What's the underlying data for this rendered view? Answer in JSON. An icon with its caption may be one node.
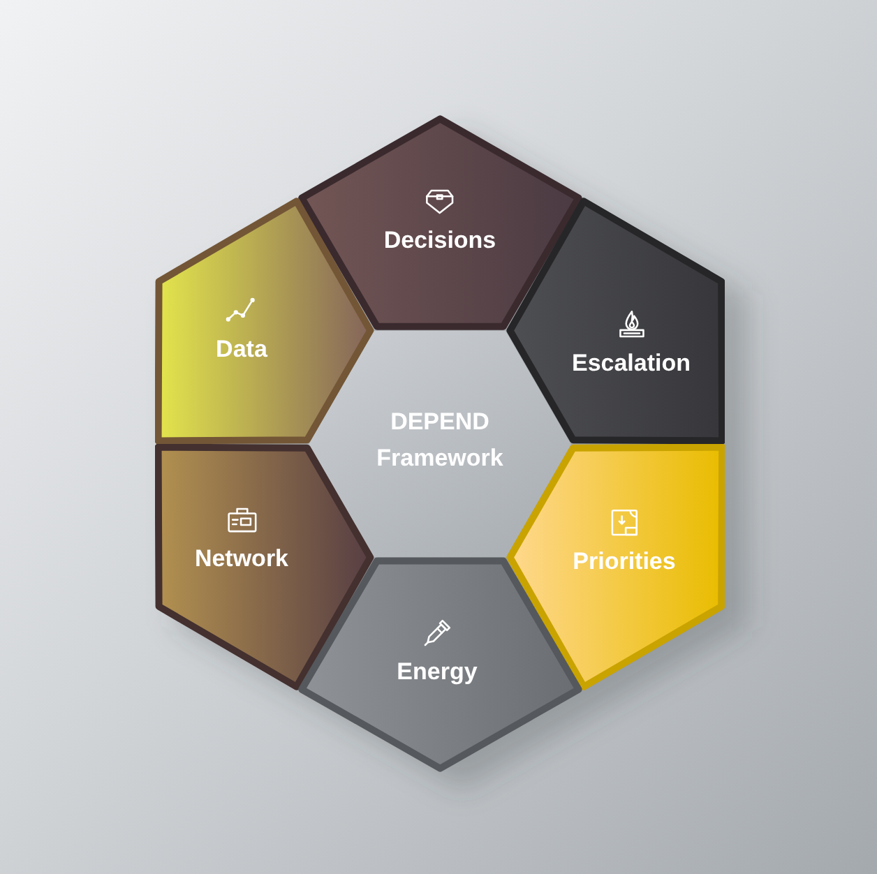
{
  "diagram": {
    "nodes": [
      {
        "text": [
          "Decisions"
        ]
      },
      {
        "text": [
          "Data"
        ]
      },
      {
        "text": [
          "Escalation"
        ]
      },
      {
        "text": [
          "DEPEND Framework"
        ]
      },
      {
        "text": [
          "Network"
        ]
      },
      {
        "text": [
          "Priorities"
        ]
      },
      {
        "text": [
          "Energy"
        ]
      }
    ]
  }
}
